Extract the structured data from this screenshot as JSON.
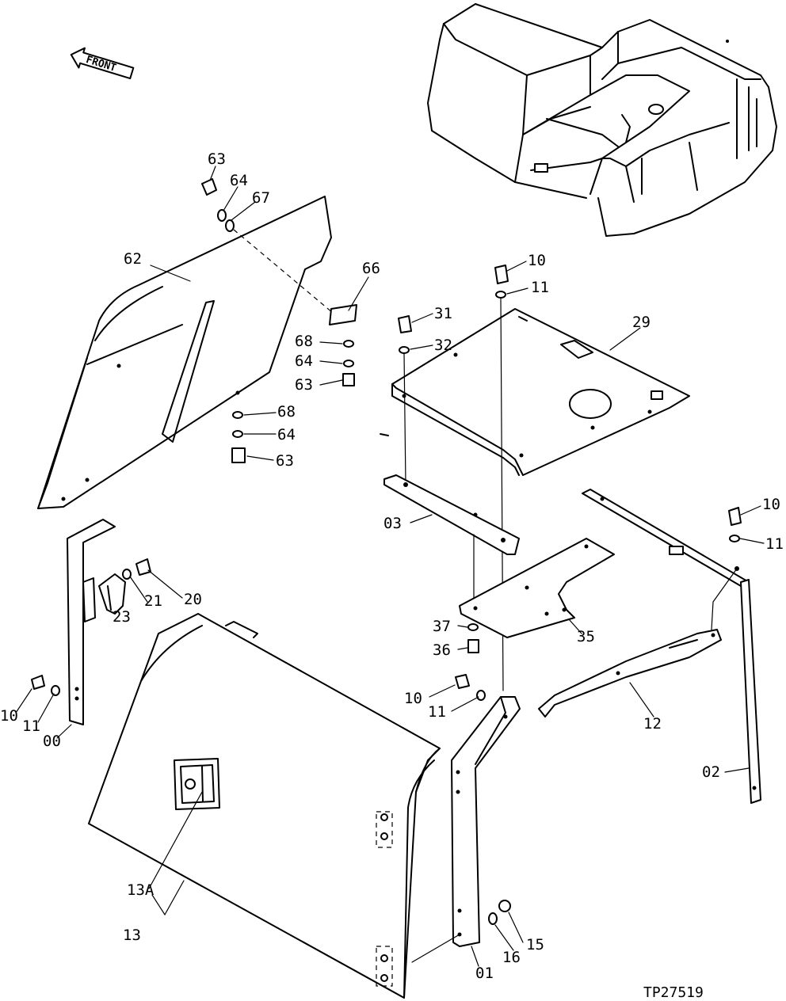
{
  "orientation": {
    "front_label": "FRONT"
  },
  "drawing_number": "TP27519",
  "callouts": [
    {
      "id": "c63a",
      "text": "63"
    },
    {
      "id": "c64a",
      "text": "64"
    },
    {
      "id": "c67",
      "text": "67"
    },
    {
      "id": "c62",
      "text": "62"
    },
    {
      "id": "c66",
      "text": "66"
    },
    {
      "id": "c68a",
      "text": "68"
    },
    {
      "id": "c64b",
      "text": "64"
    },
    {
      "id": "c63b",
      "text": "63"
    },
    {
      "id": "c68b",
      "text": "68"
    },
    {
      "id": "c64c",
      "text": "64"
    },
    {
      "id": "c63c",
      "text": "63"
    },
    {
      "id": "c10a",
      "text": "10"
    },
    {
      "id": "c11a",
      "text": "11"
    },
    {
      "id": "c31",
      "text": "31"
    },
    {
      "id": "c32",
      "text": "32"
    },
    {
      "id": "c29",
      "text": "29"
    },
    {
      "id": "c03",
      "text": "03"
    },
    {
      "id": "c10b",
      "text": "10"
    },
    {
      "id": "c11b",
      "text": "11"
    },
    {
      "id": "c20",
      "text": "20"
    },
    {
      "id": "c21",
      "text": "21"
    },
    {
      "id": "c23",
      "text": "23"
    },
    {
      "id": "c37",
      "text": "37"
    },
    {
      "id": "c35",
      "text": "35"
    },
    {
      "id": "c36",
      "text": "36"
    },
    {
      "id": "c10c",
      "text": "10"
    },
    {
      "id": "c11c",
      "text": "11"
    },
    {
      "id": "c00",
      "text": "00"
    },
    {
      "id": "c10d",
      "text": "10"
    },
    {
      "id": "c11d",
      "text": "11"
    },
    {
      "id": "c12",
      "text": "12"
    },
    {
      "id": "c02",
      "text": "02"
    },
    {
      "id": "c13A",
      "text": "13A"
    },
    {
      "id": "c13",
      "text": "13"
    },
    {
      "id": "c15",
      "text": "15"
    },
    {
      "id": "c16",
      "text": "16"
    },
    {
      "id": "c01",
      "text": "01"
    }
  ]
}
